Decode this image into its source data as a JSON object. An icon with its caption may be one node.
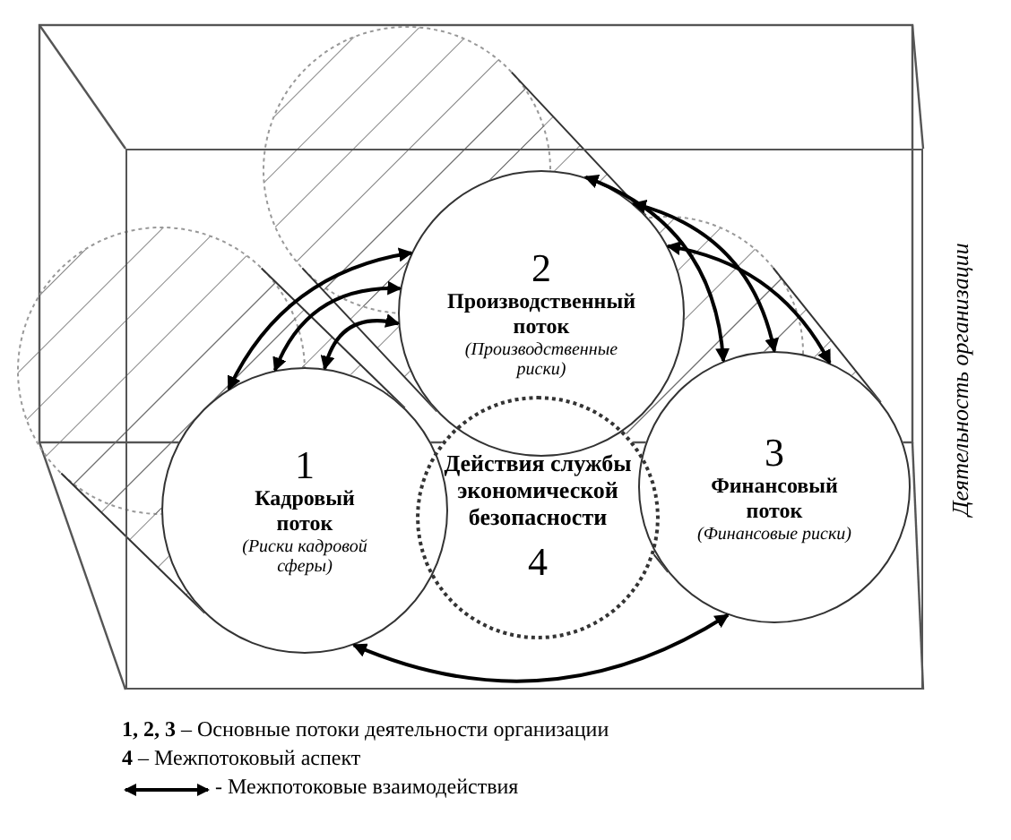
{
  "diagram": {
    "nodes": [
      {
        "text": [
          "Деятельность организации"
        ]
      },
      {
        "text": [
          "1",
          "Кадровый поток",
          "(Риски кадровой сферы)"
        ],
        "in": 0
      },
      {
        "text": [
          "2",
          "Производственный поток",
          "(Производственные риски)"
        ],
        "in": 0
      },
      {
        "text": [
          "3",
          "Финансовый поток",
          "(Финансовые риски)"
        ],
        "in": 0
      },
      {
        "text": [
          "Действия службы экономической безопасности",
          "4"
        ],
        "in": 0
      }
    ],
    "edges": [
      {
        "from": 1,
        "to": 2,
        "arrow": "both"
      },
      {
        "from": 1,
        "to": 2,
        "arrow": "both"
      },
      {
        "from": 1,
        "to": 2,
        "arrow": "both"
      },
      {
        "from": 2,
        "to": 3,
        "arrow": "both"
      },
      {
        "from": 2,
        "to": 3,
        "arrow": "both"
      },
      {
        "from": 2,
        "to": 3,
        "arrow": "both"
      },
      {
        "from": 1,
        "to": 3,
        "arrow": "both"
      }
    ],
    "labels": [
      "**1, 2, 3** – Основные потоки деятельности организации",
      "**4** – Межпотоковый аспект"
    ],
    "legend": [
      {
        "text": "- Межпотоковые взаимодействия"
      }
    ]
  }
}
